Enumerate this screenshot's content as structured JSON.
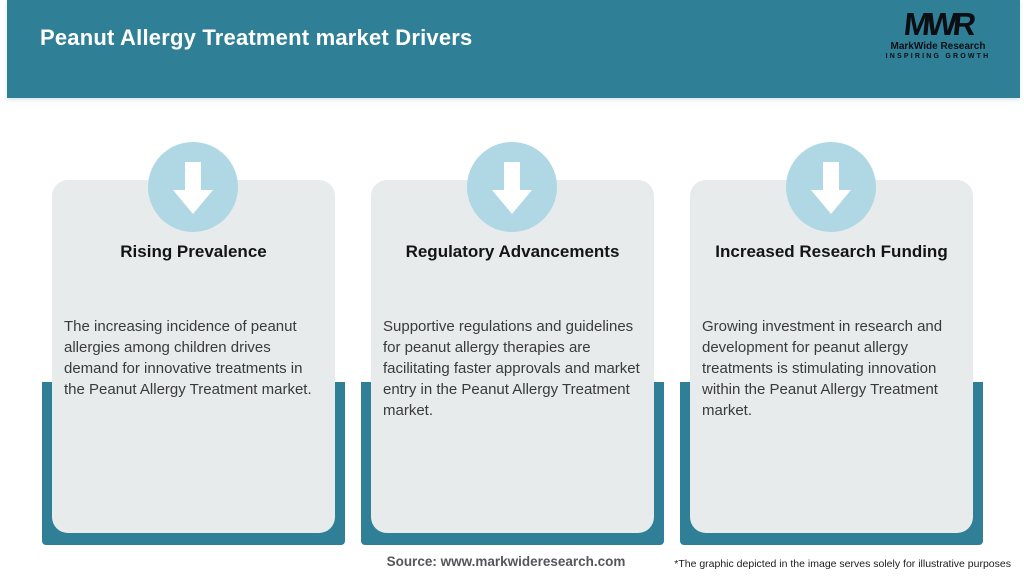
{
  "header": {
    "title": "Peanut Allergy Treatment market Drivers",
    "logo": {
      "monogram": "MWR",
      "name": "MarkWide Research",
      "tagline": "INSPIRING GROWTH"
    }
  },
  "cards": [
    {
      "icon": "down-arrow-icon",
      "title": "Rising Prevalence",
      "body": "The increasing incidence of peanut allergies among children drives demand for innovative treatments in the Peanut Allergy Treatment market."
    },
    {
      "icon": "down-arrow-icon",
      "title": "Regulatory Advancements",
      "body": "Supportive regulations and guidelines for peanut allergy therapies are facilitating faster approvals and market entry in the Peanut Allergy Treatment market."
    },
    {
      "icon": "down-arrow-icon",
      "title": "Increased Research Funding",
      "body": "Growing investment in research and development for peanut allergy treatments is stimulating innovation within the Peanut Allergy Treatment market."
    }
  ],
  "footer": {
    "source": "Source: www.markwideresearch.com",
    "disclaimer": "*The graphic depicted in the image serves solely for illustrative purposes"
  },
  "colors": {
    "accent_teal": "#2F8096",
    "card_background": "#E8EBEC",
    "badge_blue": "#AFD7E4",
    "header_text": "#FFFFFF",
    "body_text": "#3A3A3A"
  }
}
